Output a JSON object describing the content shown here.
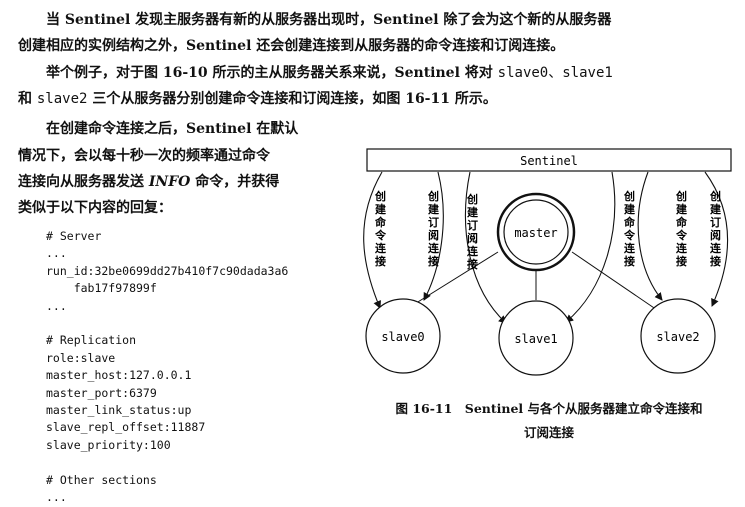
{
  "paragraphs": {
    "p1_line1": "当 Sentinel 发现主服务器有新的从服务器出现时，Sentinel 除了会为这个新的从服务器",
    "p1_line2": "创建相应的实例结构之外，Sentinel 还会创建连接到从服务器的命令连接和订阅连接。",
    "p2_line1_a": "举个例子，对于图 16-10 所示的主从服务器关系来说，Sentinel 将对 ",
    "p2_line1_code": "slave0、slave1",
    "p2_line2_a": "和 ",
    "p2_line2_code": "slave2",
    "p2_line2_b": " 三个从服务器分别创建命令连接和订阅连接，如图 16-11 所示。",
    "p3_line1": "在创建命令连接之后，Sentinel 在默认",
    "p3_line2": "情况下，会以每十秒一次的频率通过命令",
    "p3_line3_a": "连接向从服务器发送 ",
    "p3_line3_it": "INFO",
    "p3_line3_b": " 命令，并获得",
    "p3_line4": "类似于以下内容的回复："
  },
  "code_block": "# Server\n...\nrun_id:32be0699dd27b410f7c90dada3a6\n    fab17f97899f\n...\n\n# Replication\nrole:slave\nmaster_host:127.0.0.1\nmaster_port:6379\nmaster_link_status:up\nslave_repl_offset:11887\nslave_priority:100\n\n# Other sections\n...",
  "diagram": {
    "sentinel_label": "Sentinel",
    "master_label": "master",
    "slaves": [
      "slave0",
      "slave1",
      "slave2"
    ],
    "edge_labels": [
      "创建命令连接",
      "创建订阅连接",
      "创建订阅连接",
      "创建命令连接",
      "创建命令连接",
      "创建订阅连接"
    ]
  },
  "caption": {
    "line1": "图 16-11　Sentinel 与各个从服务器建立命令连接和",
    "line2": "订阅连接"
  }
}
